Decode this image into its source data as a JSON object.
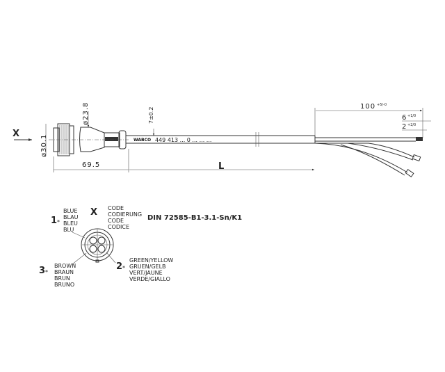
{
  "drawing": {
    "view_label": "X",
    "dimensions": {
      "head_diameter": "ø30.1",
      "body_diameter": "ø23.8",
      "cable_diameter": "7±0.2",
      "connector_length": "69.5",
      "cable_length": "L",
      "strip_length": "100",
      "strip_length_tol": "+5/-0",
      "insulation_strip": "6",
      "insulation_strip_tol": "+1/0",
      "ferrule": "2",
      "ferrule_tol": "+2/0"
    },
    "cable_print": {
      "brand": "WABCO",
      "part_number": "449 413 ... 0   ...   ... ..."
    },
    "pins": [
      {
        "number": "1",
        "marker": "*",
        "colors": [
          "BLUE",
          "BLAU",
          "BLEU",
          "BLU"
        ]
      },
      {
        "number": "2",
        "marker": "*",
        "colors": [
          "GREEN/YELLOW",
          "GRUEN/GELB",
          "VERT/JAUNE",
          "VERDE/GIALLO"
        ]
      },
      {
        "number": "3",
        "marker": "*",
        "colors": [
          "BROWN",
          "BRAUN",
          "BRUN",
          "BRUNO"
        ]
      }
    ],
    "code_labels": [
      "CODE",
      "CODIERUNG",
      "CODE",
      "CODICE"
    ],
    "standard": "DIN 72585-B1-3.1-Sn/K1"
  }
}
